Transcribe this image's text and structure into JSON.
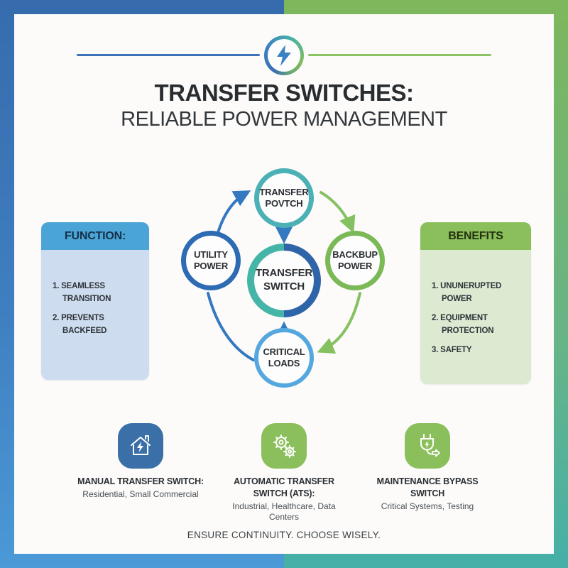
{
  "frame": {
    "top_left_color": "#366cae",
    "bottom_left_color": "#4b99d6",
    "top_right_color": "#7eb75c",
    "bottom_right_color": "#45b0a8"
  },
  "header": {
    "icon": "lightning-bolt-icon",
    "divider_left_color": "#3d74b8",
    "divider_right_color": "#8bc463",
    "title_line1": "TRANSFER SWITCHES:",
    "title_line2": "RELIABLE POWER MANAGEMENT"
  },
  "diagram": {
    "circles": {
      "top": {
        "label": "TRANSFER POVTCH",
        "ring_color": "#4cb1b4"
      },
      "left": {
        "label": "UTILITY POWER",
        "ring_color": "#2d6cb3"
      },
      "right": {
        "label": "BACKBUP POWER",
        "ring_color": "#7bb957"
      },
      "center": {
        "label": "TRANSFER SWITCH",
        "ring_color_left": "#45b5a8",
        "ring_color_right": "#2f64a8"
      },
      "bottom": {
        "label": "CRITICAL LOADS",
        "ring_color": "#54a7df"
      }
    },
    "arrow_colors": {
      "blue": "#3478c0",
      "green": "#86c161"
    }
  },
  "function_panel": {
    "title": "FUNCTION:",
    "header_color": "#4aa4d6",
    "body_color": "#cddcee",
    "items": {
      "0": "1. SEAMLESS TRANSITION",
      "1": "2. PREVENTS BACKFEED"
    }
  },
  "benefits_panel": {
    "title": "BENEFITS",
    "header_color": "#8abf5c",
    "body_color": "#dcead2",
    "items": {
      "0": "1. UNUNERUPTED POWER",
      "1": "2. EQUIPMENT PROTECTION",
      "2": "3. SAFETY"
    }
  },
  "switch_types": {
    "0": {
      "icon": "house-bolt-icon",
      "icon_bg": "#3a6fa8",
      "title": "MANUAL TRANSFER SWITCH:",
      "subtitle": "Residential, Small Commercial"
    },
    "1": {
      "icon": "gears-icon",
      "icon_bg": "#8abf5c",
      "title": "AUTOMATIC TRANSFER SWITCH (ATS):",
      "subtitle": "Industrial, Healthcare, Data Centers"
    },
    "2": {
      "icon": "plug-arrow-icon",
      "icon_bg": "#8abf5c",
      "title": "MAINTENANCE BYPASS SWITCH",
      "subtitle": "Critical Systems, Testing"
    }
  },
  "footer": {
    "tagline": "ENSURE CONTINUITY. CHOOSE WISELY."
  }
}
